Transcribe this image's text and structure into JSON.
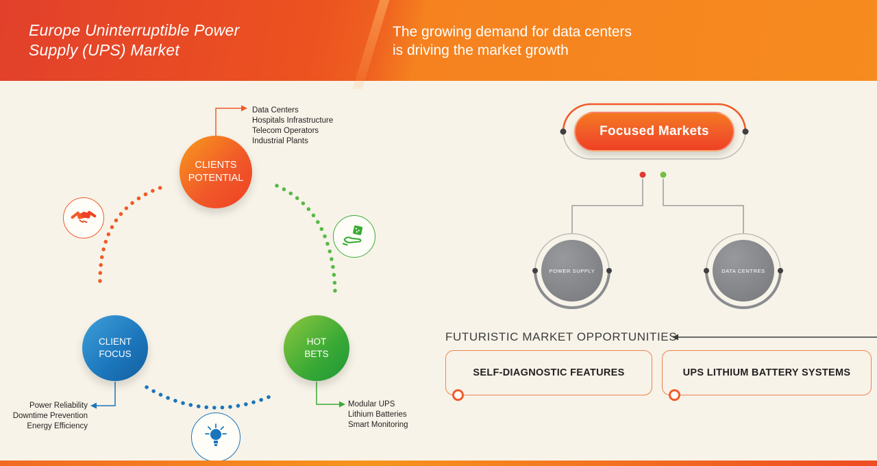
{
  "colors": {
    "orange": "#f15a29",
    "orange_light": "#f7941d",
    "blue": "#1b75bb",
    "green": "#3aaa35",
    "gray": "#808285",
    "background_cream": "#f7f3e8"
  },
  "header": {
    "title": "Europe Uninterruptible Power\nSupply (UPS) Market",
    "subtitle": "The growing demand for data centers\nis driving the market growth"
  },
  "client_map": {
    "clients_potential": {
      "label": "CLIENTS\nPOTENTIAL",
      "items": [
        "Data Centers",
        "Hospitals Infrastructure",
        "Telecom Operators",
        "Industrial Plants"
      ]
    },
    "client_focus": {
      "label": "CLIENT\nFOCUS",
      "items": [
        "Power Reliability",
        "Downtime Prevention",
        "Energy Efficiency"
      ]
    },
    "hot_bets": {
      "label": "HOT\nBETS",
      "items": [
        "Modular UPS",
        "Lithium Batteries",
        "Smart Monitoring"
      ]
    },
    "icons": [
      "handshake-icon",
      "gift-icon",
      "bulb-icon"
    ]
  },
  "focused_markets": {
    "title": "Focused Markets",
    "children": [
      {
        "label": "POWER SUPPLY"
      },
      {
        "label": "DATA CENTRES"
      }
    ]
  },
  "opportunities": {
    "heading": "FUTURISTIC MARKET OPPORTUNITIES",
    "items": [
      "SELF-DIAGNOSTIC FEATURES",
      "UPS LITHIUM BATTERY SYSTEMS"
    ]
  }
}
